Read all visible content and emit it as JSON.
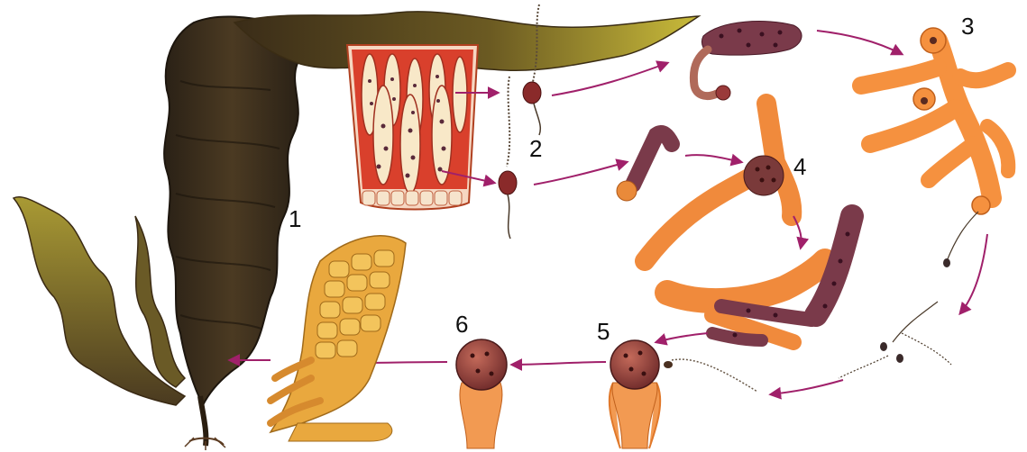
{
  "diagram": {
    "stage_labels": [
      "1",
      "2",
      "3",
      "4",
      "5",
      "6"
    ],
    "colors": {
      "kelp_dark": "#2e2418",
      "kelp_mid": "#4a3a22",
      "kelp_olive": "#7a6a24",
      "kelp_yellow": "#b7a63a",
      "sporangium_red": "#c0392b",
      "sporangium_bg": "#f5d9c8",
      "gametophyte_orange": "#f08a3c",
      "gametophyte_light": "#f7a45c",
      "oogonium_purple": "#7a3a4a",
      "young_sporophyte": "#e6a43a",
      "arrow": "#a0206a"
    },
    "icons": [
      "kelp-sporophyte",
      "sporangia-section",
      "zoospore",
      "male-gametophyte",
      "female-gametophyte",
      "sperm",
      "egg",
      "zygote",
      "young-sporophyte"
    ]
  }
}
